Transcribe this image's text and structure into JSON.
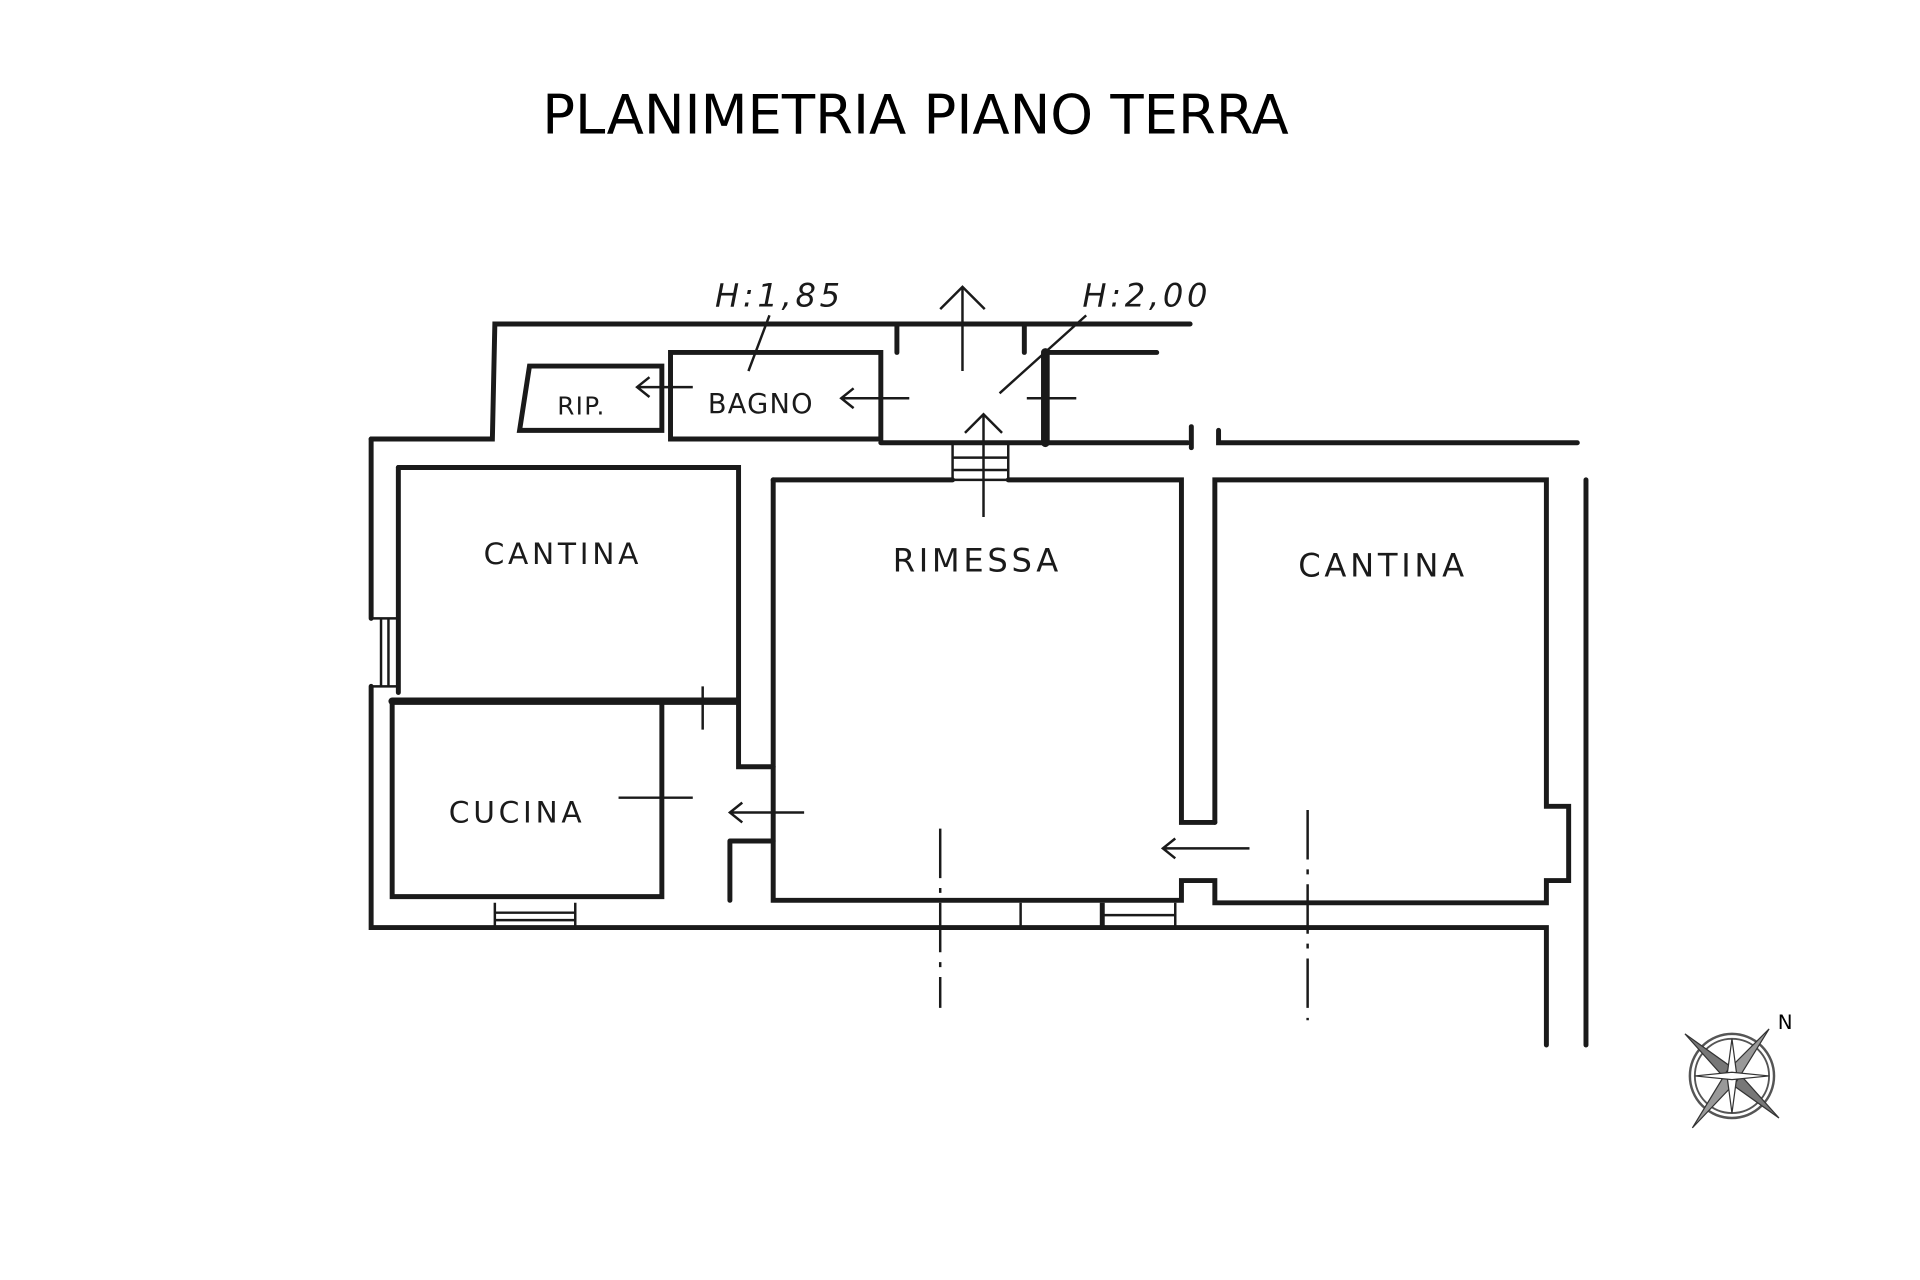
{
  "title": "PLANIMETRIA PIANO TERRA",
  "rooms": {
    "cantina_left": "CANTINA",
    "rimessa": "RIMESSA",
    "cantina_right": "CANTINA",
    "cucina": "CUCINA",
    "ripostiglio": "RIP.",
    "bagno": "BAGNO"
  },
  "heights": {
    "bagno_height": "H:1,85",
    "corridor_height": "H:2,00"
  },
  "compass": {
    "north_label": "N"
  }
}
